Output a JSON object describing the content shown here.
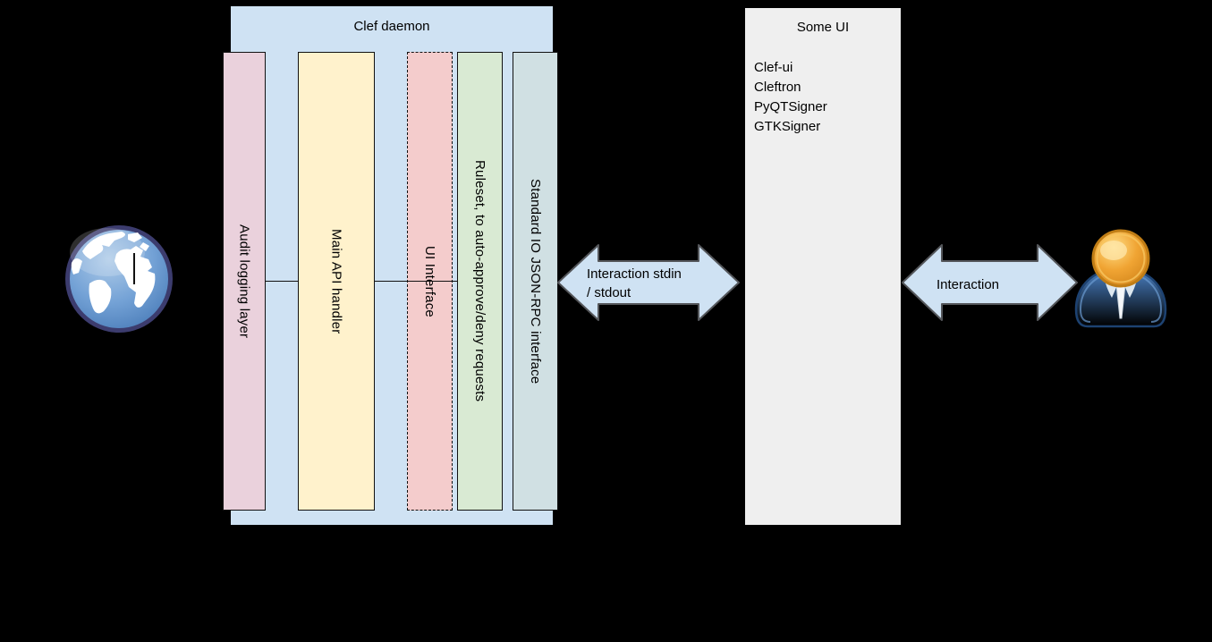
{
  "canvas": {
    "background": "#000000"
  },
  "diagram": {
    "daemon": {
      "title": "Clef daemon",
      "box_color": "#cfe2f3",
      "layers": [
        {
          "label": "Audit logging layer",
          "color": "#ead1dc",
          "border": "solid"
        },
        {
          "label": "Main API handler",
          "color": "#fff2cc",
          "border": "solid"
        },
        {
          "label": "UI Interface",
          "color": "#f4cccc",
          "border": "dashed"
        },
        {
          "label": "Ruleset, to auto-approve/deny requests",
          "color": "#d9ead3",
          "border": "solid"
        },
        {
          "label": "Standard IO JSON-RPC interface",
          "color": "#d0e0e3",
          "border": "solid"
        }
      ]
    },
    "some_ui": {
      "title": "Some UI",
      "box_color": "#efefef",
      "items": [
        "Clef-ui",
        "Cleftron",
        "PyQTSigner",
        "GTKSigner"
      ]
    },
    "arrows": [
      {
        "name": "daemon-to-ui",
        "line1": "Interaction stdin",
        "line2": "/ stdout",
        "fill": "#cfe2f3",
        "stroke": "#54565a"
      },
      {
        "name": "ui-to-user",
        "label": "Interaction",
        "fill": "#cfe2f3",
        "stroke": "#54565a"
      }
    ],
    "icons": {
      "left": "globe-icon",
      "right": "user-icon"
    }
  }
}
